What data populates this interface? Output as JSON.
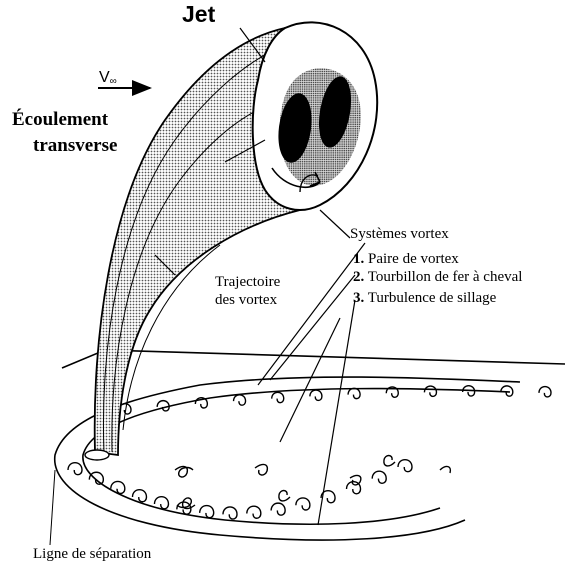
{
  "labels": {
    "jet": "Jet",
    "v_main": "V",
    "v_sub": "∞",
    "crossflow_line1": "Écoulement",
    "crossflow_line2": "transverse",
    "vortex_systems_title": "Systèmes vortex",
    "vortex_systems": [
      {
        "number": "1.",
        "text": "Paire de vortex"
      },
      {
        "number": "2.",
        "text": "Tourbillon de fer à cheval"
      },
      {
        "number": "3.",
        "text": "Turbulence de sillage"
      }
    ],
    "trajectory_line1": "Trajectoire",
    "trajectory_line2": "des vortex",
    "separation_line": "Ligne de séparation"
  },
  "colors": {
    "ink": "#000000",
    "background": "#ffffff",
    "jet_shading": "#9a9a9a"
  }
}
